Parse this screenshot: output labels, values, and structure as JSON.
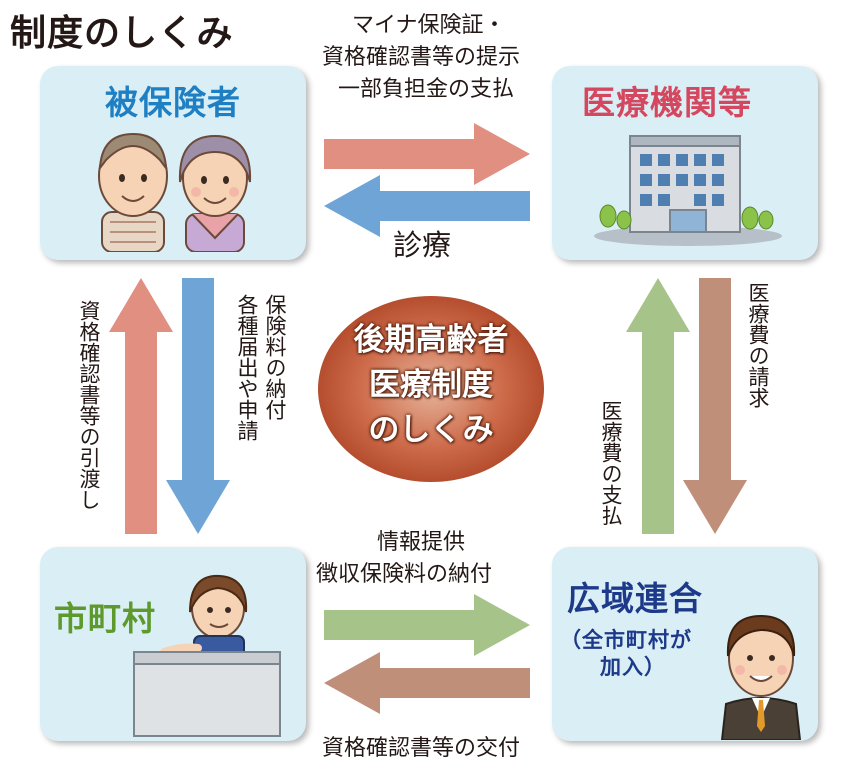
{
  "title": "制度のしくみ",
  "nodes": {
    "insured": "被保険者",
    "medical": "医療機関等",
    "municipality": "市町村",
    "union": "広域連合",
    "union_note": "（全市町村が加入）",
    "union_note_line1": "（全市町村が",
    "union_note_line2": "加入）"
  },
  "center": {
    "line1": "後期高齢者",
    "line2": "医療制度",
    "line3": "のしくみ"
  },
  "flows": {
    "insured_to_medical": [
      "マイナ保険証・",
      "資格確認書等の提示",
      "一部負担金の支払"
    ],
    "medical_to_insured": "診療",
    "insured_to_municipality": [
      "保険料の納付",
      "各種届出や申請"
    ],
    "municipality_to_insured": "資格確認書等の引渡し",
    "medical_to_union": "医療費の請求",
    "union_to_medical": "医療費の支払",
    "municipality_to_union": [
      "情報提供",
      "徴収保険料の納付"
    ],
    "union_to_municipality": "資格確認書等の交付"
  },
  "colors": {
    "box_bg": "#daeef6",
    "insured_title": "#1e7fc3",
    "medical_title": "#d5475e",
    "municipality_title": "#5d9a2b",
    "union_title": "#1d3a8a",
    "arrow_salmon": "#e08f80",
    "arrow_blue": "#6ea5d6",
    "arrow_green": "#a6c48a",
    "arrow_brown": "#bf8f79"
  }
}
